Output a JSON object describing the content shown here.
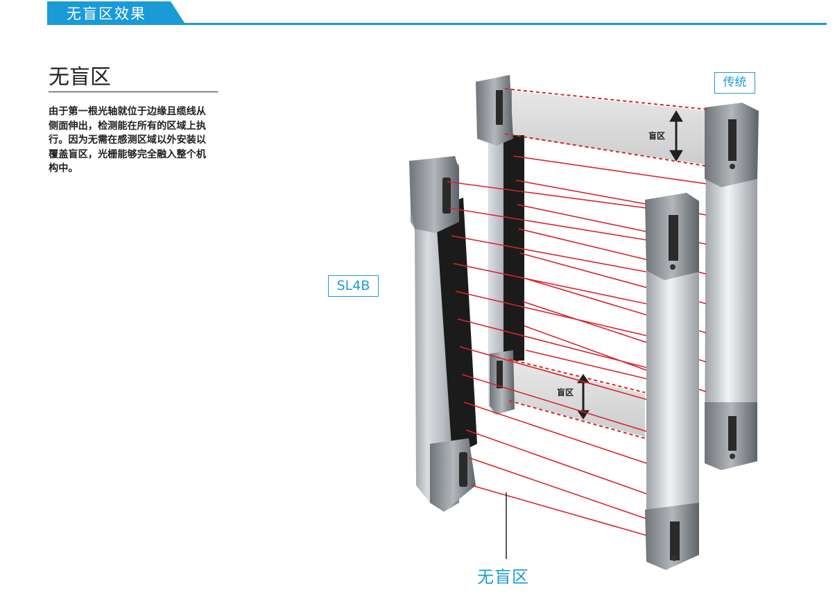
{
  "header": {
    "tab_title": "无盲区效果"
  },
  "section": {
    "title": "无盲区",
    "body": "由于第一根光轴就位于边缘且缆线从侧面伸出，检测能在所有的区域上执行。因为无需在感测区域以外安装以覆盖盲区，光栅能够完全融入整个机构中。"
  },
  "illustration": {
    "label_sl4b": "SL4B",
    "label_traditional": "传统",
    "blind_zone_top": "盲区",
    "blind_zone_mid": "盲区",
    "label_no_blind_zone": "无盲区"
  },
  "colors": {
    "accent": "#1a9bd7",
    "beam": "#d7252b",
    "text": "#231f20"
  }
}
